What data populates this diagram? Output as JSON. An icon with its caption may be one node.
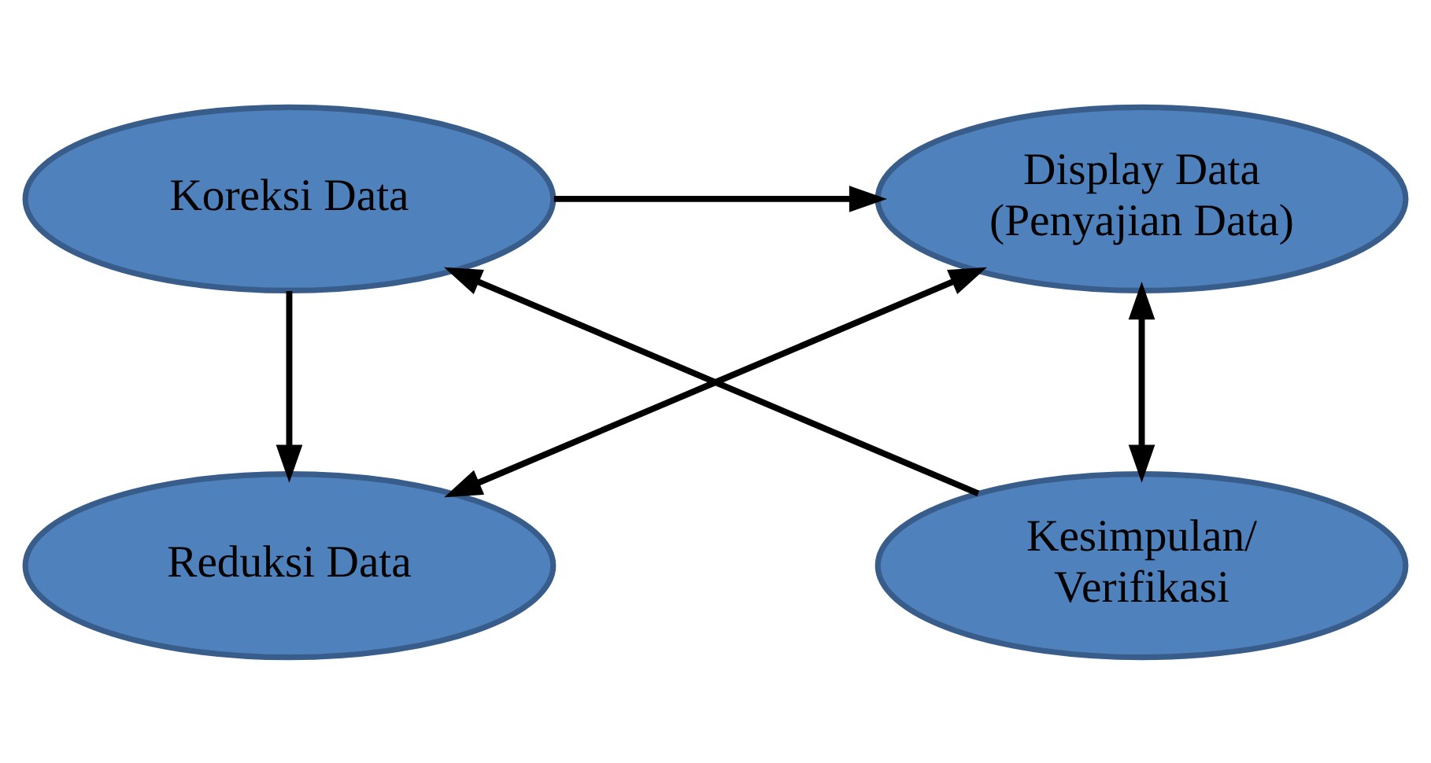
{
  "diagram": {
    "nodes": [
      {
        "text": [
          "Koreksi Data"
        ]
      },
      {
        "text": [
          "Display Data (Penyajian Data)"
        ]
      },
      {
        "text": [
          "Reduksi Data"
        ]
      },
      {
        "text": [
          "Kesimpulan/ Verifikasi"
        ]
      }
    ],
    "edges": [
      {
        "from": 0,
        "to": 1,
        "arrow": "to"
      },
      {
        "from": 0,
        "to": 2,
        "arrow": "to"
      },
      {
        "from": 2,
        "to": 1,
        "arrow": "both"
      },
      {
        "from": 1,
        "to": 3,
        "arrow": "both"
      },
      {
        "from": 3,
        "to": 0,
        "arrow": "to"
      }
    ]
  }
}
